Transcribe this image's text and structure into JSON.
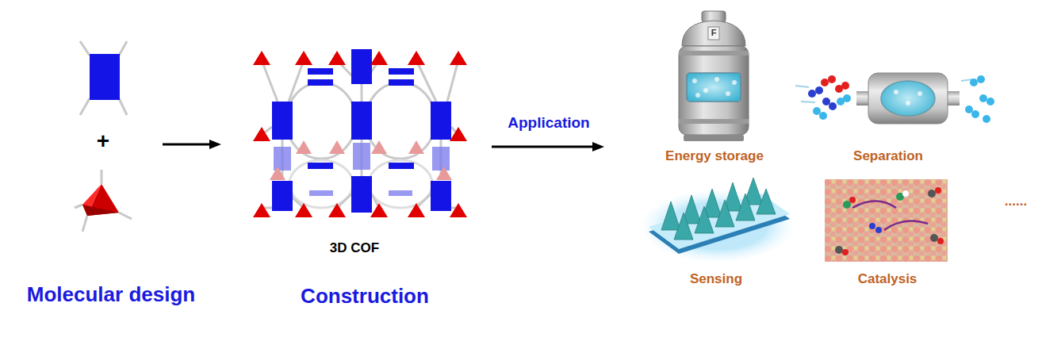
{
  "diagram": {
    "labels": [
      "Molecular design",
      "+",
      "3D COF",
      "Construction",
      "Application",
      "F",
      "Energy storage",
      "Separation",
      "Sensing",
      "Catalysis",
      "......"
    ]
  }
}
